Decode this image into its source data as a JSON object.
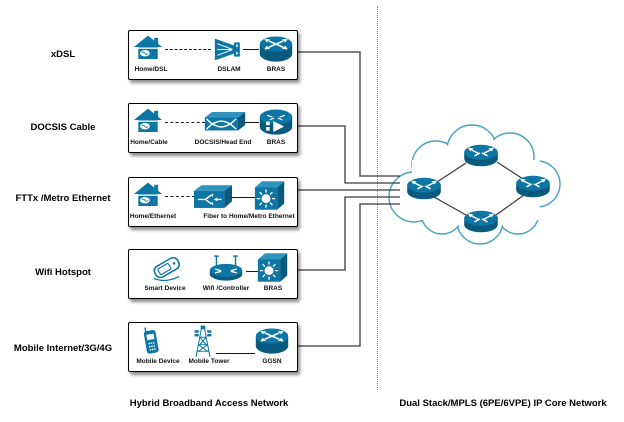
{
  "section_titles": {
    "access": "Hybrid Broadband Access Network",
    "core": "Dual Stack/MPLS (6PE/6VPE) IP Core Network"
  },
  "access_rows": [
    {
      "label": "xDSL",
      "nodes": [
        {
          "label": "Home/DSL",
          "icon": "home-icon"
        },
        {
          "label": "DSLAM",
          "icon": "dslam-icon"
        },
        {
          "label": "BRAS",
          "icon": "router-icon"
        }
      ]
    },
    {
      "label": "DOCSIS Cable",
      "nodes": [
        {
          "label": "Home/Cable",
          "icon": "home-icon"
        },
        {
          "label": "DOCSIS/Head End",
          "icon": "cable-headend-icon"
        },
        {
          "label": "BRAS",
          "icon": "router-icon"
        }
      ]
    },
    {
      "label": "FTTx /Metro Ethernet",
      "nodes": [
        {
          "label": "Home/Ethernet",
          "icon": "home-icon"
        },
        {
          "label": "Fiber to Home/Metro Ethernet",
          "icon": "fiber-splitter-icon"
        },
        {
          "label": "",
          "icon": "switch-icon"
        }
      ]
    },
    {
      "label": "Wifi Hotspot",
      "nodes": [
        {
          "label": "Smart Device",
          "icon": "smart-device-icon"
        },
        {
          "label": "Wifi /Controller",
          "icon": "wifi-controller-icon"
        },
        {
          "label": "BRAS",
          "icon": "switch-icon"
        }
      ]
    },
    {
      "label": "Mobile Internet/3G/4G",
      "nodes": [
        {
          "label": "Mobile Device",
          "icon": "mobile-phone-icon"
        },
        {
          "label": "Mobile Tower",
          "icon": "cell-tower-icon"
        },
        {
          "label": "GGSN",
          "icon": "router-icon"
        }
      ]
    }
  ],
  "core_cloud": {
    "routers": 4,
    "icon": "core-router-icon"
  },
  "colors": {
    "icon_primary": "#0e76a4",
    "icon_light": "#3093bd",
    "icon_shade": "#0a5a80",
    "cloud_outline": "#44a1c4",
    "link_line": "#3a3a3a"
  }
}
